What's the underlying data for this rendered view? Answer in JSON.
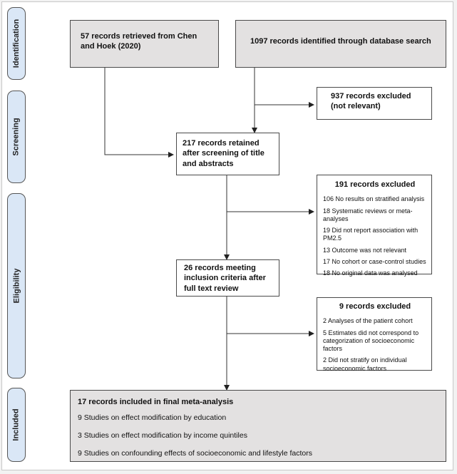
{
  "stages": {
    "identification": "Identification",
    "screening": "Screening",
    "eligibility": "Eligibility",
    "included": "Included"
  },
  "boxes": {
    "chen_hoek": "57 records retrieved from Chen and Hoek (2020)",
    "database": "1097 records identified through database search",
    "excluded_not_relevant": "937 records excluded (not relevant)",
    "retained_screening": "217 records retained after screening of title and abstracts",
    "excluded_191": {
      "title": "191 records excluded",
      "items": [
        "106 No results on stratified analysis",
        "18 Systematic reviews or meta-analyses",
        "19 Did not report association with PM2.5",
        "13 Outcome was not relevant",
        "17 No cohort or case-control studies",
        "18 No original data was analysed"
      ]
    },
    "eligible_26": "26 records meeting inclusion criteria after full text review",
    "excluded_9": {
      "title": "9 records excluded",
      "items": [
        "2 Analyses of the patient cohort",
        "5 Estimates did not correspond to categorization of socioeconomic factors",
        "2 Did not stratify on individual socioeconomic factors"
      ]
    },
    "included": {
      "title": "17 records included in final meta-analysis",
      "items": [
        "9 Studies on effect modification by education",
        "3 Studies on effect modification by income quintiles",
        "9 Studies on confounding effects of socioeconomic and lifestyle factors"
      ]
    }
  },
  "colors": {
    "stage_fill": "#dae7f6",
    "grey_box": "#e3e1e1",
    "line": "#333333"
  }
}
